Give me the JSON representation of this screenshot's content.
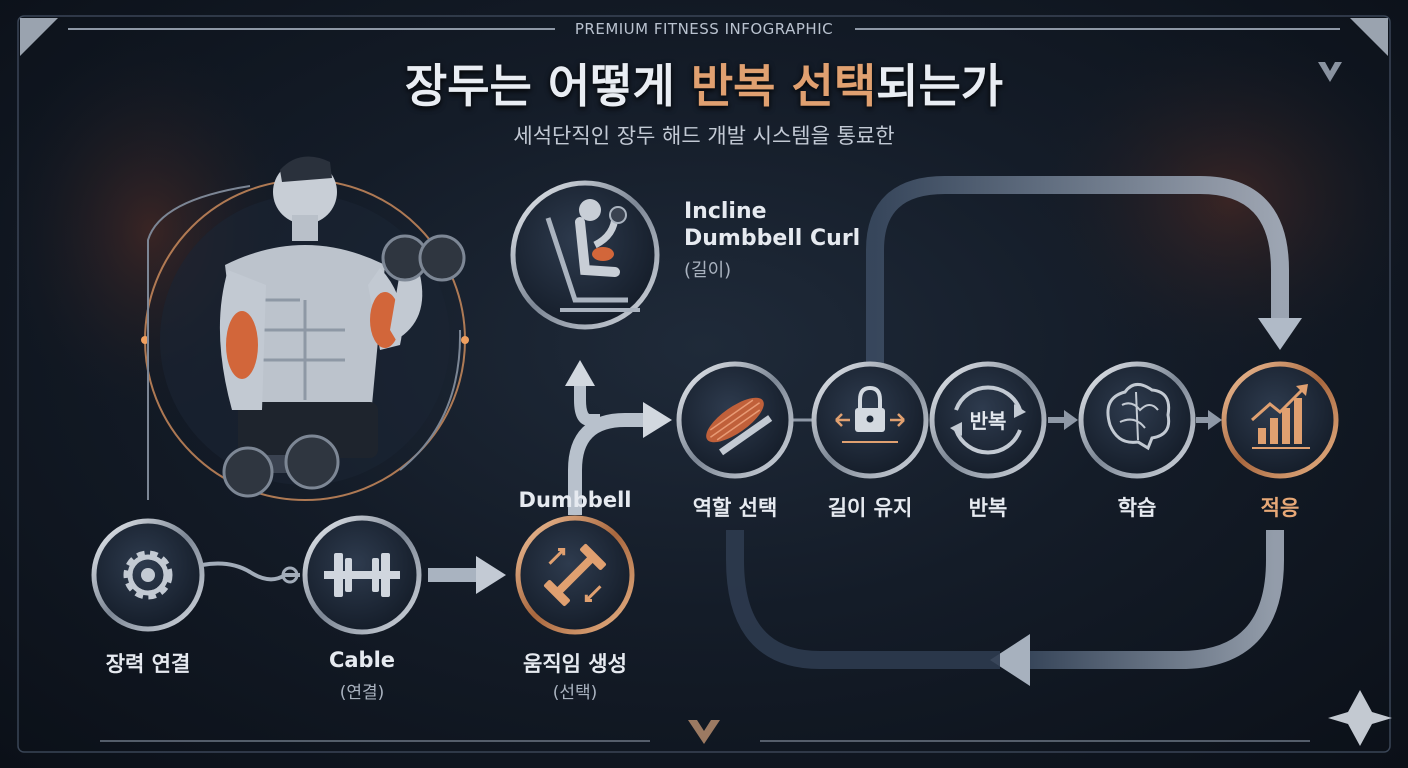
{
  "header": {
    "top_label": "PREMIUM FITNESS INFOGRAPHIC",
    "title_part1": "장두는 어떻게 ",
    "title_highlight": "반복 선택",
    "title_part2": "되는가",
    "subtitle": "세석단직인 장두 해드 개발 시스템을 통료한"
  },
  "nodes": {
    "tension": {
      "label": "장력 연결",
      "icon": "gear-icon"
    },
    "cable": {
      "label": "Cable",
      "sublabel": "(연결)",
      "icon": "barbell-icon"
    },
    "dumbbell": {
      "title": "Dumbbell",
      "label": "움직임 생성",
      "sublabel": "(선택)",
      "icon": "dumbbell-arrows-icon"
    },
    "incline": {
      "title_line1": "Incline",
      "title_line2": "Dumbbell Curl",
      "sublabel": "(길이)",
      "icon": "incline-curl-icon"
    },
    "role": {
      "label": "역할 선택",
      "icon": "muscle-ruler-icon"
    },
    "length": {
      "label": "길이 유지",
      "icon": "lock-icon"
    },
    "repeat": {
      "label": "반복",
      "icon_text": "반복",
      "icon": "cycle-arrows-icon"
    },
    "learn": {
      "label": "학습",
      "icon": "brain-icon"
    },
    "adapt": {
      "label": "적응",
      "icon": "growth-chart-icon"
    }
  },
  "colors": {
    "accent": "#e0a070",
    "node_fill": "#1c2736",
    "ring": "#c9ced6",
    "arrow": "#9aa5b4",
    "bg": "#111823"
  }
}
